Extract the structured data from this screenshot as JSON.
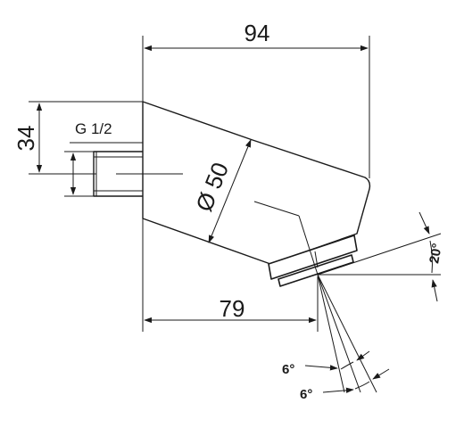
{
  "dimensions": {
    "overall_width": "94",
    "height": "34",
    "thread": "G 1/2",
    "diameter": "Ø 50",
    "depth": "79",
    "tilt_angle": "20°",
    "spray_angle_1": "6°",
    "spray_angle_2": "6°"
  }
}
